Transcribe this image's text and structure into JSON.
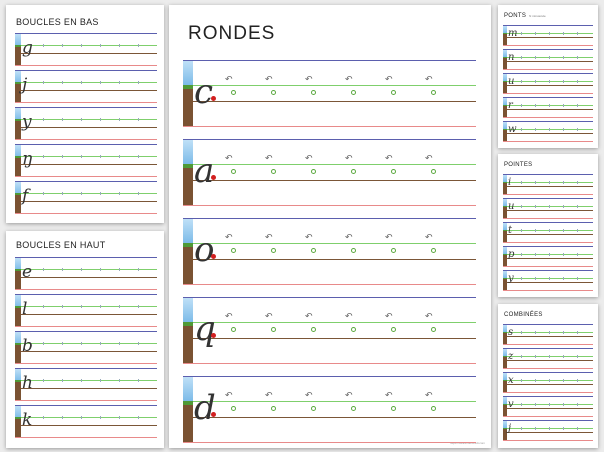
{
  "sheets": {
    "top_left": {
      "title": "BOUCLES EN BAS",
      "letters": [
        "g",
        "j",
        "y",
        "ŋ",
        "f"
      ]
    },
    "bottom_left": {
      "title": "BOUCLES EN HAUT",
      "letters": [
        "e",
        "l",
        "b",
        "h",
        "k"
      ]
    },
    "center": {
      "title": "RONDES",
      "letters": [
        "c",
        "a",
        "o",
        "q",
        "d"
      ],
      "footer": "https://celinemercredi.com"
    },
    "right_top": {
      "title": "PONTS",
      "subtitle": "N minuscule",
      "letters": [
        "m",
        "n",
        "u",
        "r",
        "w"
      ]
    },
    "right_middle": {
      "title": "POINTES",
      "letters": [
        "i",
        "u",
        "t",
        "p",
        "y"
      ]
    },
    "right_bottom": {
      "title": "COMBINÉES",
      "letters": [
        "s",
        "z",
        "x",
        "v",
        "j"
      ]
    }
  },
  "colors": {
    "top_line": "#5b5fae",
    "middle_line": "#7fcf6c",
    "base_line": "#7b5637",
    "bottom_line": "#e88a8a",
    "start_dot": "#d21f1f"
  },
  "icons": {
    "stroke_arrow": "curved-arrow-icon",
    "guide_dot": "circle-icon"
  }
}
